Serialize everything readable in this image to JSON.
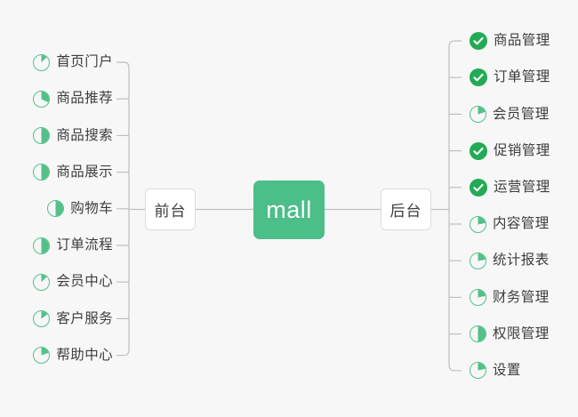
{
  "diagram": {
    "title": "mall",
    "background_color": "#f7f7f7",
    "accent_color": "#4cbe88",
    "check_color": "#22ab55",
    "ring_color": "#53c08a",
    "line_color": "#bfbfbf",
    "root": {
      "label": "mall"
    },
    "branches": [
      {
        "id": "frontend",
        "label": "前台",
        "side": "left",
        "items": [
          {
            "label": "首页门户",
            "icon": "pie-icon",
            "progress": 12
          },
          {
            "label": "商品推荐",
            "icon": "pie-icon",
            "progress": 32
          },
          {
            "label": "商品搜索",
            "icon": "pie-icon",
            "progress": 50
          },
          {
            "label": "商品展示",
            "icon": "pie-icon",
            "progress": 50
          },
          {
            "label": "购物车",
            "icon": "pie-icon",
            "progress": 50
          },
          {
            "label": "订单流程",
            "icon": "pie-icon",
            "progress": 50
          },
          {
            "label": "会员中心",
            "icon": "pie-icon",
            "progress": 12
          },
          {
            "label": "客户服务",
            "icon": "pie-icon",
            "progress": 15
          },
          {
            "label": "帮助中心",
            "icon": "pie-icon",
            "progress": 20
          }
        ]
      },
      {
        "id": "backend",
        "label": "后台",
        "side": "right",
        "items": [
          {
            "label": "商品管理",
            "icon": "check-circle-icon",
            "progress": 100
          },
          {
            "label": "订单管理",
            "icon": "check-circle-icon",
            "progress": 100
          },
          {
            "label": "会员管理",
            "icon": "pie-icon",
            "progress": 20
          },
          {
            "label": "促销管理",
            "icon": "check-circle-icon",
            "progress": 100
          },
          {
            "label": "运营管理",
            "icon": "check-circle-icon",
            "progress": 100
          },
          {
            "label": "内容管理",
            "icon": "pie-icon",
            "progress": 22
          },
          {
            "label": "统计报表",
            "icon": "pie-icon",
            "progress": 22
          },
          {
            "label": "财务管理",
            "icon": "pie-icon",
            "progress": 22
          },
          {
            "label": "权限管理",
            "icon": "pie-icon",
            "progress": 50
          },
          {
            "label": "设置",
            "icon": "pie-icon",
            "progress": 22
          }
        ]
      }
    ]
  }
}
